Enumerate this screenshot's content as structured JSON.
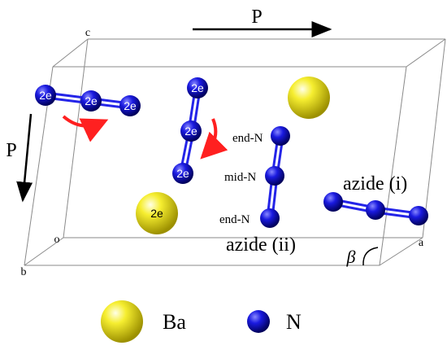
{
  "axes": {
    "a": "a",
    "b": "b",
    "c": "c",
    "o": "o",
    "beta": "β"
  },
  "pressure_label": "P",
  "electron_label": "2e",
  "azide_i_label": "azide (i)",
  "azide_ii_label": "azide (ii)",
  "end_n_label": "end-N",
  "mid_n_label": "mid-N",
  "legend": {
    "ba_label": "Ba",
    "n_label": "N"
  },
  "colors": {
    "ba": "#f0e000",
    "n": "#1f1fd6",
    "arrow": "#ff2020",
    "box": "#888888",
    "bond": "#1f1fd6"
  }
}
